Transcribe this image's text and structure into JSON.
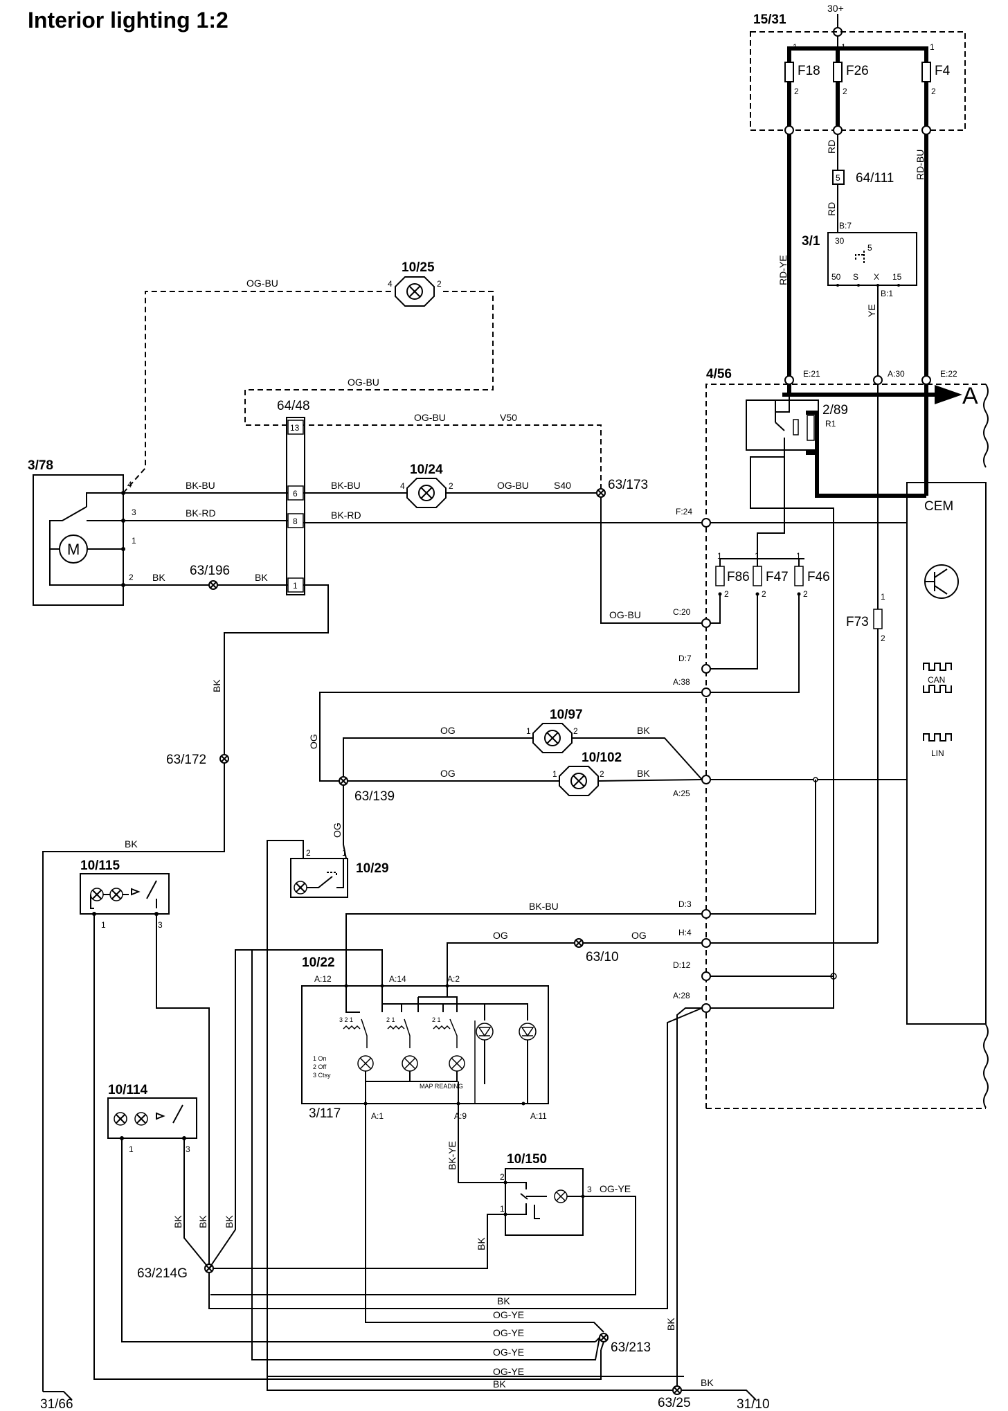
{
  "title": "Interior lighting 1:2",
  "supply": "30+",
  "ground_left": "31/66",
  "ground_right": "31/10",
  "components": {
    "fuse_box": "15/31",
    "fuses_top": [
      "F18",
      "F26",
      "F4"
    ],
    "connector_64_111": "64/111",
    "connector_64_111_pin": "5",
    "ignition": "3/1",
    "ignition_pins": [
      "30",
      "5",
      "50",
      "S",
      "X",
      "15"
    ],
    "ignition_pin_b7": "B:7",
    "ignition_pin_b1": "B:1",
    "cem_box": "4/56",
    "cem_label": "CEM",
    "relay": "2/89",
    "relay_r": "R1",
    "arrow_label": "A",
    "mirror": "3/78",
    "motor": "M",
    "connector_64_48": "64/48",
    "lamp_10_25": "10/25",
    "lamp_10_24": "10/24",
    "lamp_10_97": "10/97",
    "lamp_10_102": "10/102",
    "switch_10_29": "10/29",
    "lamp_10_115": "10/115",
    "lamp_10_114": "10/114",
    "lamp_10_22": "10/22",
    "module_3_117": "3/117",
    "lamp_10_150": "10/150",
    "fuses_mid": [
      "F86",
      "F47",
      "F46"
    ],
    "fuse_f73": "F73",
    "map_reading": "MAP READING",
    "switch_modes": [
      "1 On",
      "2 Off",
      "3 Ctsy"
    ],
    "can_label": "CAN",
    "lin_label": "LIN"
  },
  "splices": {
    "s63_173": "63/173",
    "s63_196": "63/196",
    "s63_172": "63/172",
    "s63_139": "63/139",
    "s63_10": "63/10",
    "s63_214G": "63/214G",
    "s63_213": "63/213",
    "s63_25": "63/25"
  },
  "wires": {
    "rd": "RD",
    "rd_ye": "RD-YE",
    "rd_bu": "RD-BU",
    "ye": "YE",
    "og_bu": "OG-BU",
    "bk_bu": "BK-BU",
    "bk_rd": "BK-RD",
    "bk": "BK",
    "og": "OG",
    "og_ye": "OG-YE",
    "bk_ye": "BK-YE",
    "v50": "V50",
    "s40": "S40"
  },
  "cem_pins": {
    "e21": "E:21",
    "a30": "A:30",
    "e22": "E:22",
    "f24": "F:24",
    "c20": "C:20",
    "d7": "D:7",
    "a38": "A:38",
    "a25": "A:25",
    "d3": "D:3",
    "h4": "H:4",
    "d12": "D:12",
    "a28": "A:28"
  },
  "pins_10_22": {
    "a12": "A:12",
    "a14": "A:14",
    "a2": "A:2",
    "a1": "A:1",
    "a9": "A:9",
    "a11": "A:11"
  }
}
